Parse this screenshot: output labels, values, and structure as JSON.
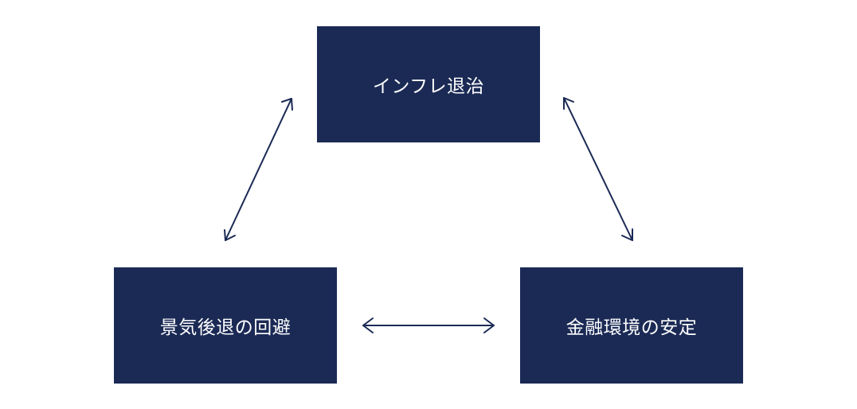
{
  "colors": {
    "box_fill": "#1b2a55",
    "box_text": "#ffffff",
    "arrow": "#1b2a55",
    "background": "#ffffff"
  },
  "nodes": {
    "top": {
      "label": "インフレ退治"
    },
    "left": {
      "label": "景気後退の回避"
    },
    "right": {
      "label": "金融環境の安定"
    }
  },
  "edges": [
    {
      "from": "top",
      "to": "left",
      "type": "bidirectional"
    },
    {
      "from": "top",
      "to": "right",
      "type": "bidirectional"
    },
    {
      "from": "left",
      "to": "right",
      "type": "bidirectional"
    }
  ]
}
